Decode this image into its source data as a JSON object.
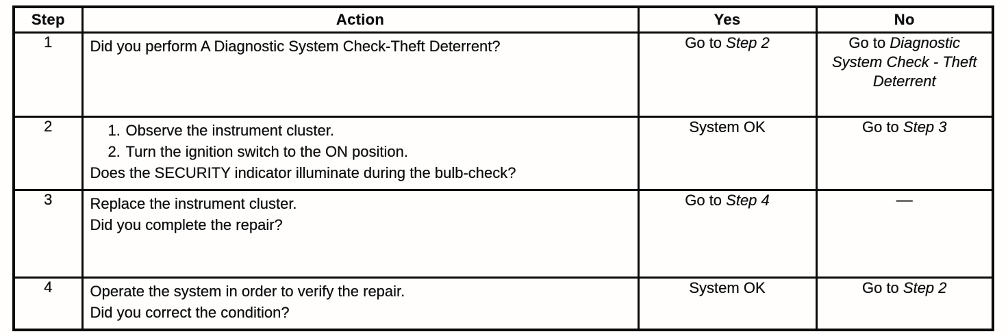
{
  "table": {
    "headers": {
      "step": "Step",
      "action": "Action",
      "yes": "Yes",
      "no": "No"
    },
    "rows": [
      {
        "step": "1",
        "action": "Did you perform A Diagnostic System Check-Theft Deterrent?",
        "yes_prefix": "Go to ",
        "yes_ref": "Step 2",
        "no_prefix": "Go to ",
        "no_ref": "Diagnostic System Check - Theft Deterrent"
      },
      {
        "step": "2",
        "substeps": [
          {
            "num": "1.",
            "text": "Observe the instrument cluster."
          },
          {
            "num": "2.",
            "text": "Turn the ignition switch to the ON position."
          }
        ],
        "question": "Does the SECURITY indicator illuminate during the bulb-check?",
        "yes": "System OK",
        "no_prefix": "Go to ",
        "no_ref": "Step 3"
      },
      {
        "step": "3",
        "action": "Replace the instrument cluster.",
        "question": "Did you complete the repair?",
        "yes_prefix": "Go to ",
        "yes_ref": "Step 4",
        "no_dash": "—"
      },
      {
        "step": "4",
        "action": "Operate the system in order to verify the repair.",
        "question": "Did you correct the condition?",
        "yes": "System OK",
        "no_prefix": "Go to ",
        "no_ref": "Step 2"
      }
    ]
  }
}
